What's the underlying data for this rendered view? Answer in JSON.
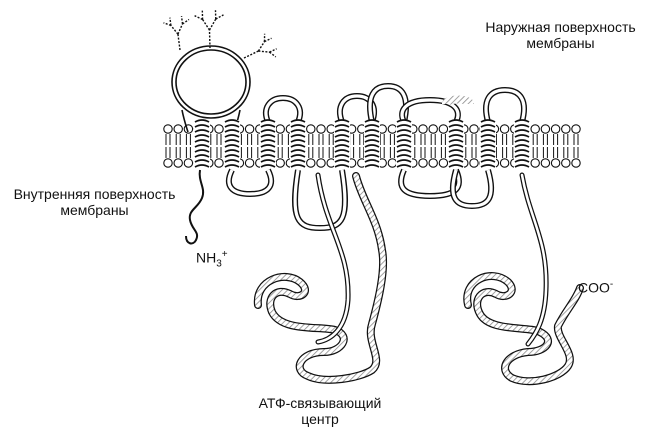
{
  "labels": {
    "outer_surface": "Наружная поверхность\nмембраны",
    "inner_surface": "Внутренняя поверхность\nмембраны",
    "atp_site": "АТФ-связывающий\nцентр",
    "n_terminus_main": "NH",
    "n_terminus_sub": "3",
    "n_terminus_sup": "+",
    "c_terminus_main": "COO",
    "c_terminus_sup": "-"
  },
  "colors": {
    "line": "#111111",
    "hatch": "#9a9a9a",
    "background": "#ffffff"
  },
  "structure": {
    "transmembrane_segments": 10,
    "glycan_chains": 3
  }
}
